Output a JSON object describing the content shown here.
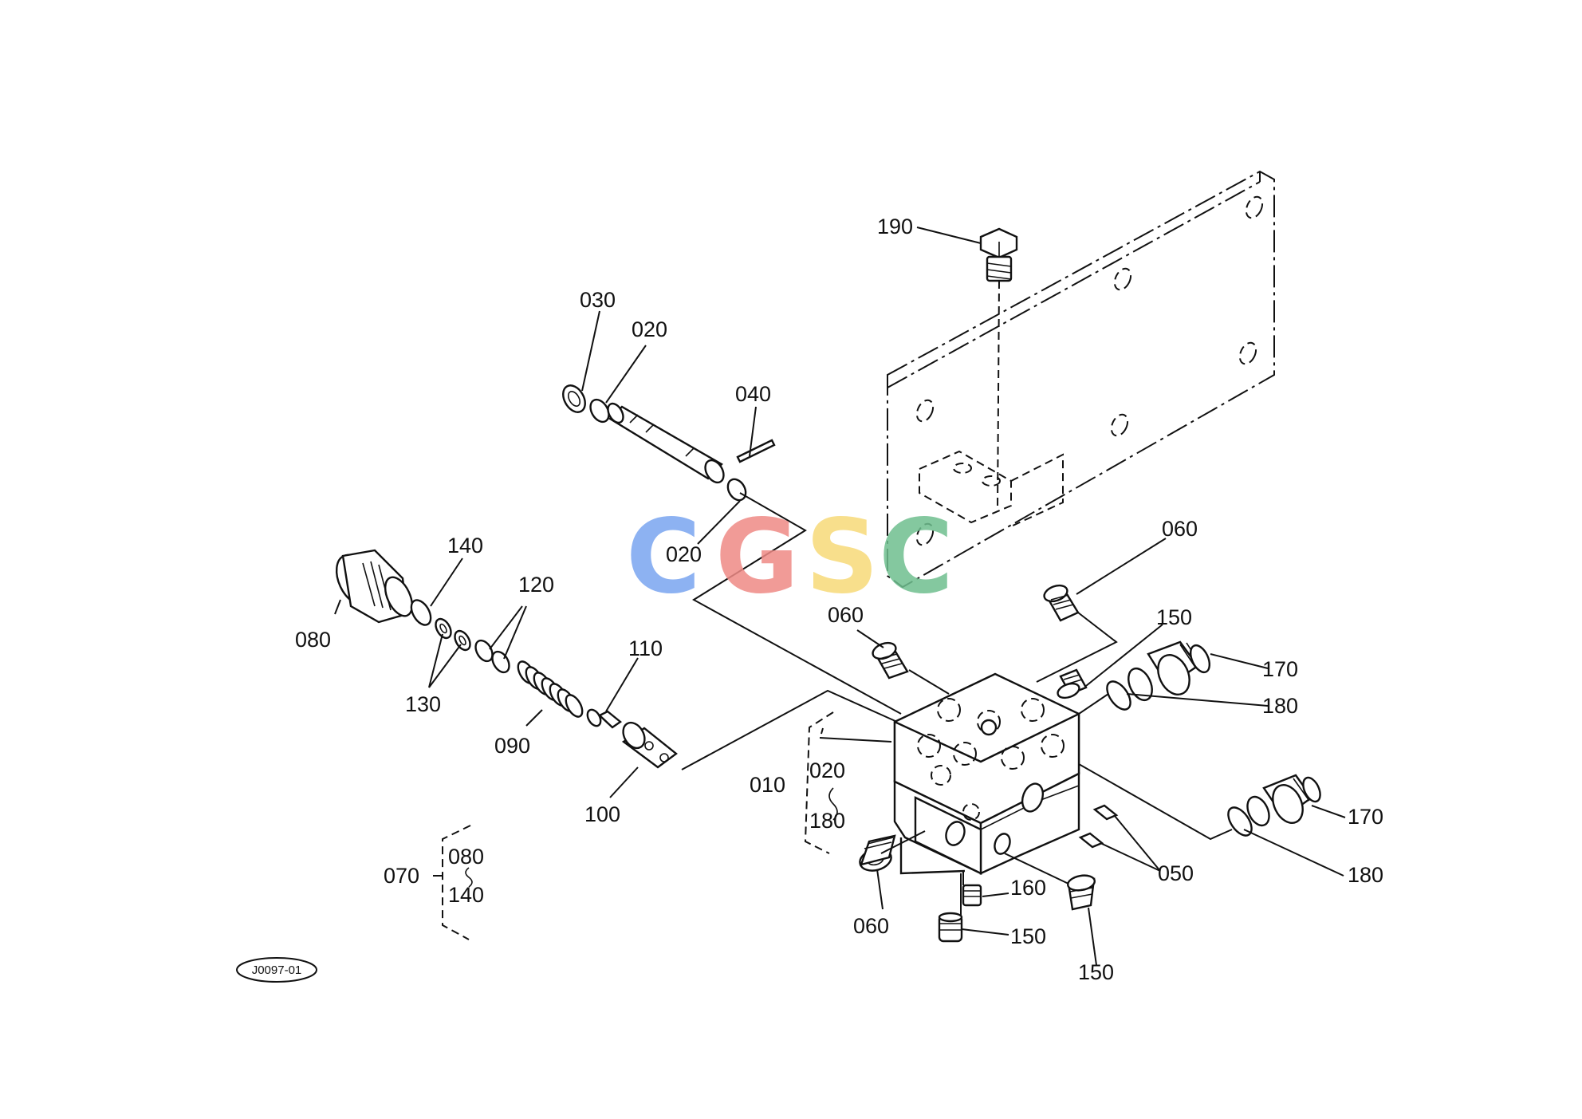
{
  "labels": {
    "p190": "190",
    "p030": "030",
    "p020a": "020",
    "p040": "040",
    "p020b": "020",
    "p060a": "060",
    "p140": "140",
    "p120": "120",
    "p080": "080",
    "p130": "130",
    "p110": "110",
    "p090": "090",
    "p100": "100",
    "p060b": "060",
    "p150a": "150",
    "p170a": "170",
    "p180a": "180",
    "p010": "010",
    "p010_020": "020",
    "p010_180": "180",
    "p070": "070",
    "p070_080": "080",
    "p070_140": "140",
    "p050": "050",
    "p170b": "170",
    "p180b": "180",
    "p160": "160",
    "p060c": "060",
    "p150b": "150",
    "p150c": "150"
  },
  "reference_code": "J0097-01",
  "watermark": {
    "letters": [
      "C",
      "G",
      "S",
      "C"
    ],
    "colors": [
      "#7aa5f0",
      "#ef8a86",
      "#f7da78",
      "#6fbf8f"
    ]
  },
  "colors": {
    "line": "#111111",
    "background": "#ffffff"
  }
}
